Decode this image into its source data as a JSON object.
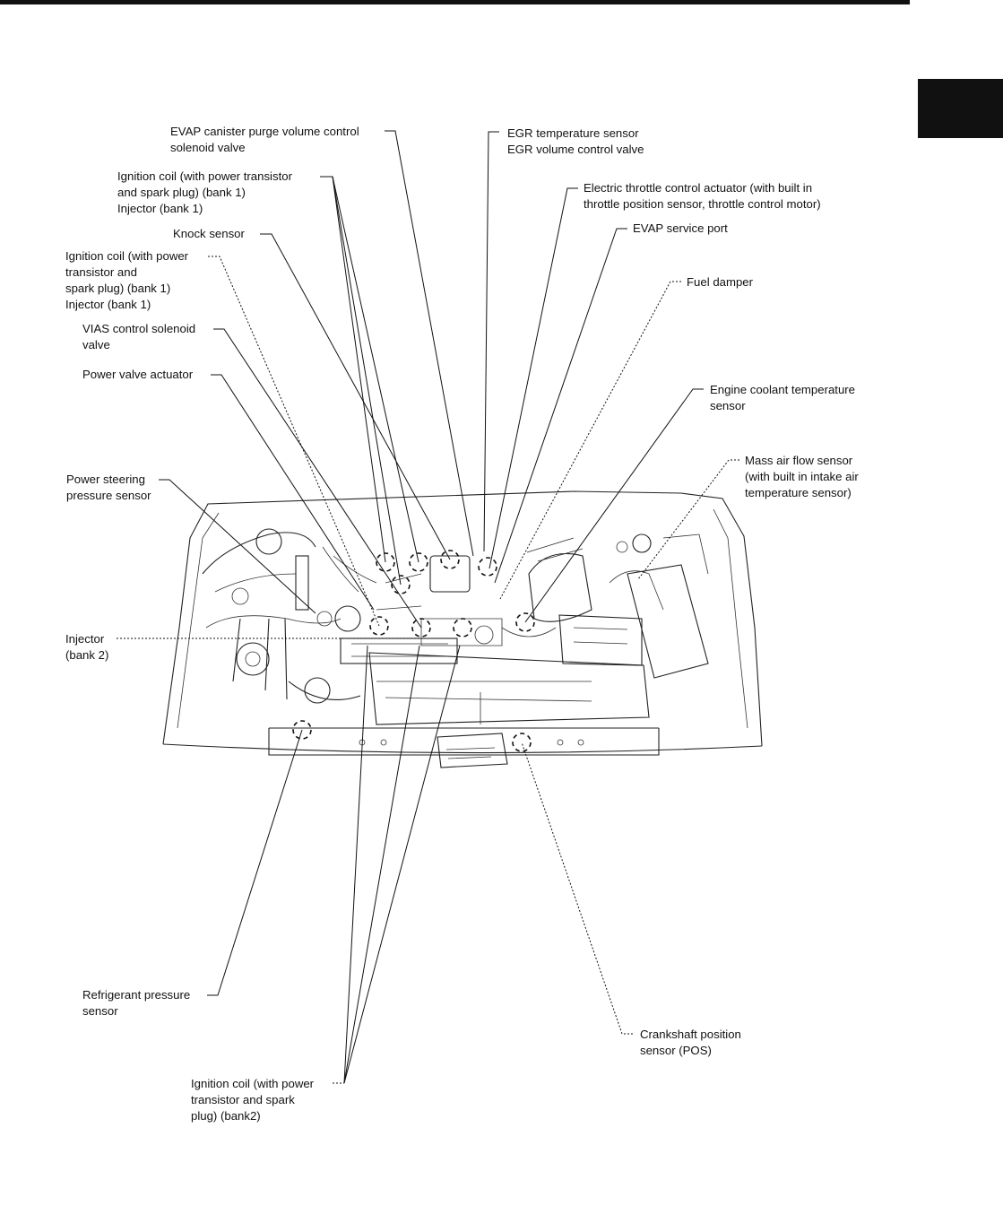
{
  "labels": {
    "evap_purge": "EVAP canister purge volume control\nsolenoid valve",
    "ign_coil_bank1_a": "Ignition coil (with power transistor\nand spark plug) (bank 1)\nInjector (bank 1)",
    "knock_sensor": "Knock sensor",
    "ign_coil_bank1_b": "Ignition coil (with power\ntransistor and\nspark plug) (bank 1)\nInjector (bank 1)",
    "vias_solenoid": "VIAS control solenoid\nvalve",
    "power_valve_actuator": "Power valve actuator",
    "power_steering_sensor": "Power steering\npressure sensor",
    "injector_bank2": "Injector\n(bank 2)",
    "refrigerant_sensor": "Refrigerant pressure\nsensor",
    "ign_coil_bank2": "Ignition coil (with power\ntransistor and spark\nplug) (bank2)",
    "egr_sensor_valve": "EGR temperature sensor\nEGR volume control valve",
    "throttle_actuator": "Electric throttle control actuator (with built in\nthrottle position sensor, throttle control motor)",
    "evap_service_port": "EVAP service port",
    "fuel_damper": "Fuel damper",
    "coolant_temp_sensor": "Engine coolant temperature\nsensor",
    "maf_sensor": "Mass air flow sensor\n(with built in intake air\ntemperature sensor)",
    "crankshaft_sensor": "Crankshaft position\nsensor (POS)"
  },
  "icons": {
    "engine": "engine-compartment-drawing",
    "marker": "dashed-circle-marker"
  }
}
